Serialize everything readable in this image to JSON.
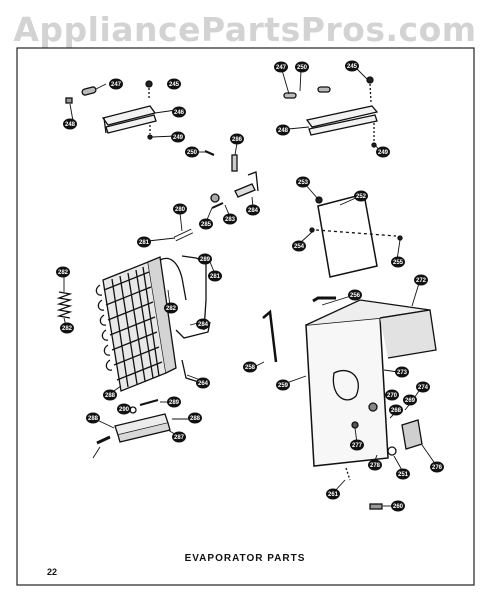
{
  "watermark": "AppliancePartsPros.com",
  "caption": "EVAPORATOR PARTS",
  "page_number": "22",
  "callouts": [
    {
      "id": "c1",
      "label": "247"
    },
    {
      "id": "c2",
      "label": "245"
    },
    {
      "id": "c3",
      "label": "246"
    },
    {
      "id": "c4",
      "label": "248"
    },
    {
      "id": "c5",
      "label": "249"
    },
    {
      "id": "c6",
      "label": "250"
    },
    {
      "id": "c7",
      "label": "247"
    },
    {
      "id": "c8",
      "label": "250"
    },
    {
      "id": "c9",
      "label": "245"
    },
    {
      "id": "c10",
      "label": "248"
    },
    {
      "id": "c11",
      "label": "249"
    },
    {
      "id": "c12",
      "label": "286"
    },
    {
      "id": "c13",
      "label": "285"
    },
    {
      "id": "c14",
      "label": "283"
    },
    {
      "id": "c15",
      "label": "284"
    },
    {
      "id": "c16",
      "label": "280"
    },
    {
      "id": "c17",
      "label": "281"
    },
    {
      "id": "c18",
      "label": "281"
    },
    {
      "id": "c19",
      "label": "289"
    },
    {
      "id": "c20",
      "label": "253"
    },
    {
      "id": "c21",
      "label": "252"
    },
    {
      "id": "c22",
      "label": "254"
    },
    {
      "id": "c23",
      "label": "255"
    },
    {
      "id": "c24",
      "label": "282"
    },
    {
      "id": "c25",
      "label": "282"
    },
    {
      "id": "c26",
      "label": "282"
    },
    {
      "id": "c27",
      "label": "284"
    },
    {
      "id": "c28",
      "label": "288"
    },
    {
      "id": "c29",
      "label": "264"
    },
    {
      "id": "c30",
      "label": "256"
    },
    {
      "id": "c31",
      "label": "272"
    },
    {
      "id": "c32",
      "label": "258"
    },
    {
      "id": "c33",
      "label": "259"
    },
    {
      "id": "c34",
      "label": "273"
    },
    {
      "id": "c35",
      "label": "274"
    },
    {
      "id": "c36",
      "label": "270"
    },
    {
      "id": "c37",
      "label": "269"
    },
    {
      "id": "c38",
      "label": "268"
    },
    {
      "id": "c39",
      "label": "290"
    },
    {
      "id": "c40",
      "label": "289"
    },
    {
      "id": "c41",
      "label": "288"
    },
    {
      "id": "c42",
      "label": "287"
    },
    {
      "id": "c43",
      "label": "288"
    },
    {
      "id": "c44",
      "label": "277"
    },
    {
      "id": "c45",
      "label": "278"
    },
    {
      "id": "c46",
      "label": "251"
    },
    {
      "id": "c47",
      "label": "276"
    },
    {
      "id": "c48",
      "label": "261"
    },
    {
      "id": "c49",
      "label": "260"
    }
  ]
}
